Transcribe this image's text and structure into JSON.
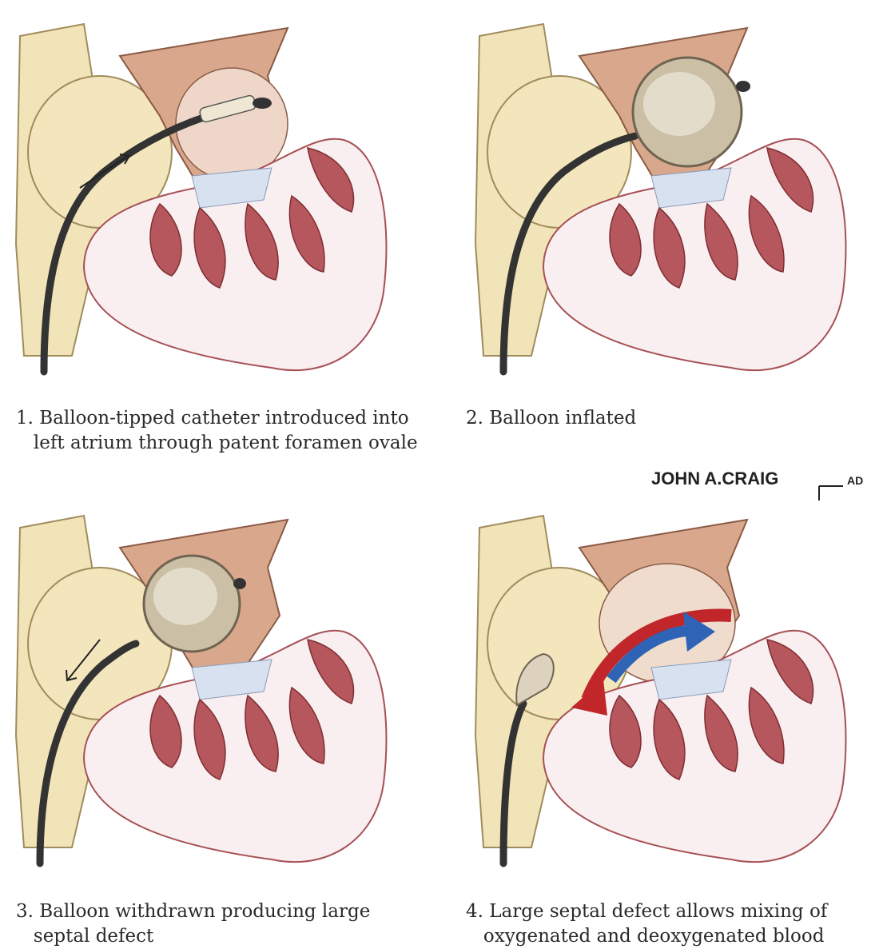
{
  "captions": {
    "step1": "1. Balloon-tipped catheter introduced into\n   left atrium through patent foramen ovale",
    "step2": "2. Balloon inflated",
    "step3": "3. Balloon withdrawn producing large\n   septal defect",
    "step4": "4. Large septal defect allows mixing of\n   oxygenated and deoxygenated blood"
  },
  "signature": "JOHN A.CRAIG AD",
  "colors": {
    "vena_cava": "#f1e4b8",
    "atrium": "#d9a88c",
    "ventricle_wall": "#f9eef0",
    "trabeculae": "#b5575c",
    "catheter": "#333333",
    "balloon": "#cbbfa6",
    "arrow_red": "#c0262a",
    "arrow_blue": "#2e63b5"
  }
}
